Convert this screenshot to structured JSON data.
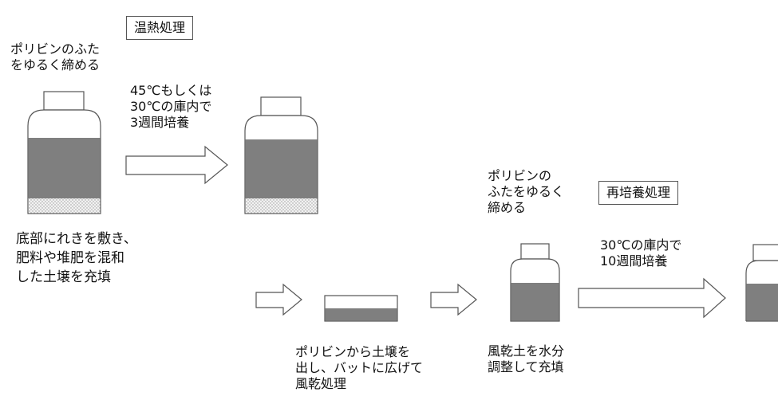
{
  "step1": {
    "lid_label": "ポリビンのふた\nをゆるく締める",
    "fill_label": "底部にれきを敷き、\n肥料や堆肥を混和\nした土壌を充填"
  },
  "heat": {
    "title": "温熱処理",
    "condition": "45℃もしくは\n30℃の庫内で\n3週間培養"
  },
  "dry": {
    "label": "ポリビンから土壌を\n出し、バットに広げて\n風乾処理"
  },
  "step3": {
    "lid_label": "ポリビンの\nふたをゆるく\n締める",
    "fill_label": "風乾土を水分\n調整して充填"
  },
  "reincubation": {
    "title": "再培養処理",
    "condition": "30℃の庫内で\n10週間培養"
  },
  "colors": {
    "soil": "#7f7f7f",
    "outline": "#555555",
    "gravel": "#e6e6e6"
  }
}
